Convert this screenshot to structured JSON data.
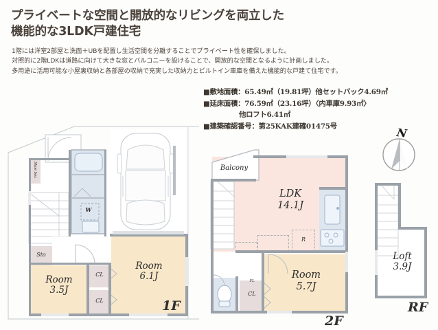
{
  "headline": {
    "line1": "プライベートな空間と開放的なリビングを両立した",
    "line2": "機能的な3LDK戸建住宅"
  },
  "description": {
    "line1": "1階には洋室2部屋と洗面＋UBを配置し生活空間を分離することでプライベート性を確保しました。",
    "line2": "対照的に2階LDKは道路に向けて大きな窓とバルコニーを設けることで、開放的な空間となるように計画しました。",
    "line3": "多用途に活用可能な小屋裏収納と各部屋の収納で充実した収納力とビルトイン車庫を備えた機能的な戸建て住宅です。"
  },
  "specs": {
    "site_area": "■敷地面積：65.49㎡（19.81坪）他セットバック4.69㎡",
    "floor_area": "■延床面積：76.59㎡（23.16坪）〈内車庫9.93㎡〉",
    "loft_area": "他ロフト6.41㎡",
    "permit_number": "■建築確認番号：第25KAK建確01475号"
  },
  "compass": {
    "north_label": "N"
  },
  "floor_plans": {
    "first": {
      "label": "1F",
      "rooms": [
        {
          "name": "Room",
          "size": "3.5J"
        },
        {
          "name": "Room",
          "size": "6.1J"
        }
      ],
      "storage_label": "Sto",
      "closet_label_1": "CL",
      "closet_label_2": "CL",
      "washer_label": "W",
      "shoebox_label": "Shoe box"
    },
    "second": {
      "label": "2F",
      "balcony_label": "Balcony",
      "ldk_name": "LDK",
      "ldk_size": "14.1J",
      "room_name": "Room",
      "room_size": "5.7J",
      "closet_label": "CL",
      "fridge_label": "R",
      "small_label": "FL"
    },
    "roof": {
      "label": "RF",
      "loft_name": "Loft",
      "loft_size": "3.9J"
    }
  },
  "colors": {
    "room_fill": "#f8e7c9",
    "ldk_fill": "#fae6de",
    "wet_fill": "#dde5ef",
    "closet_fill": "#e6dcdc",
    "wall": "#9aa1a8",
    "text": "#4a423a"
  }
}
